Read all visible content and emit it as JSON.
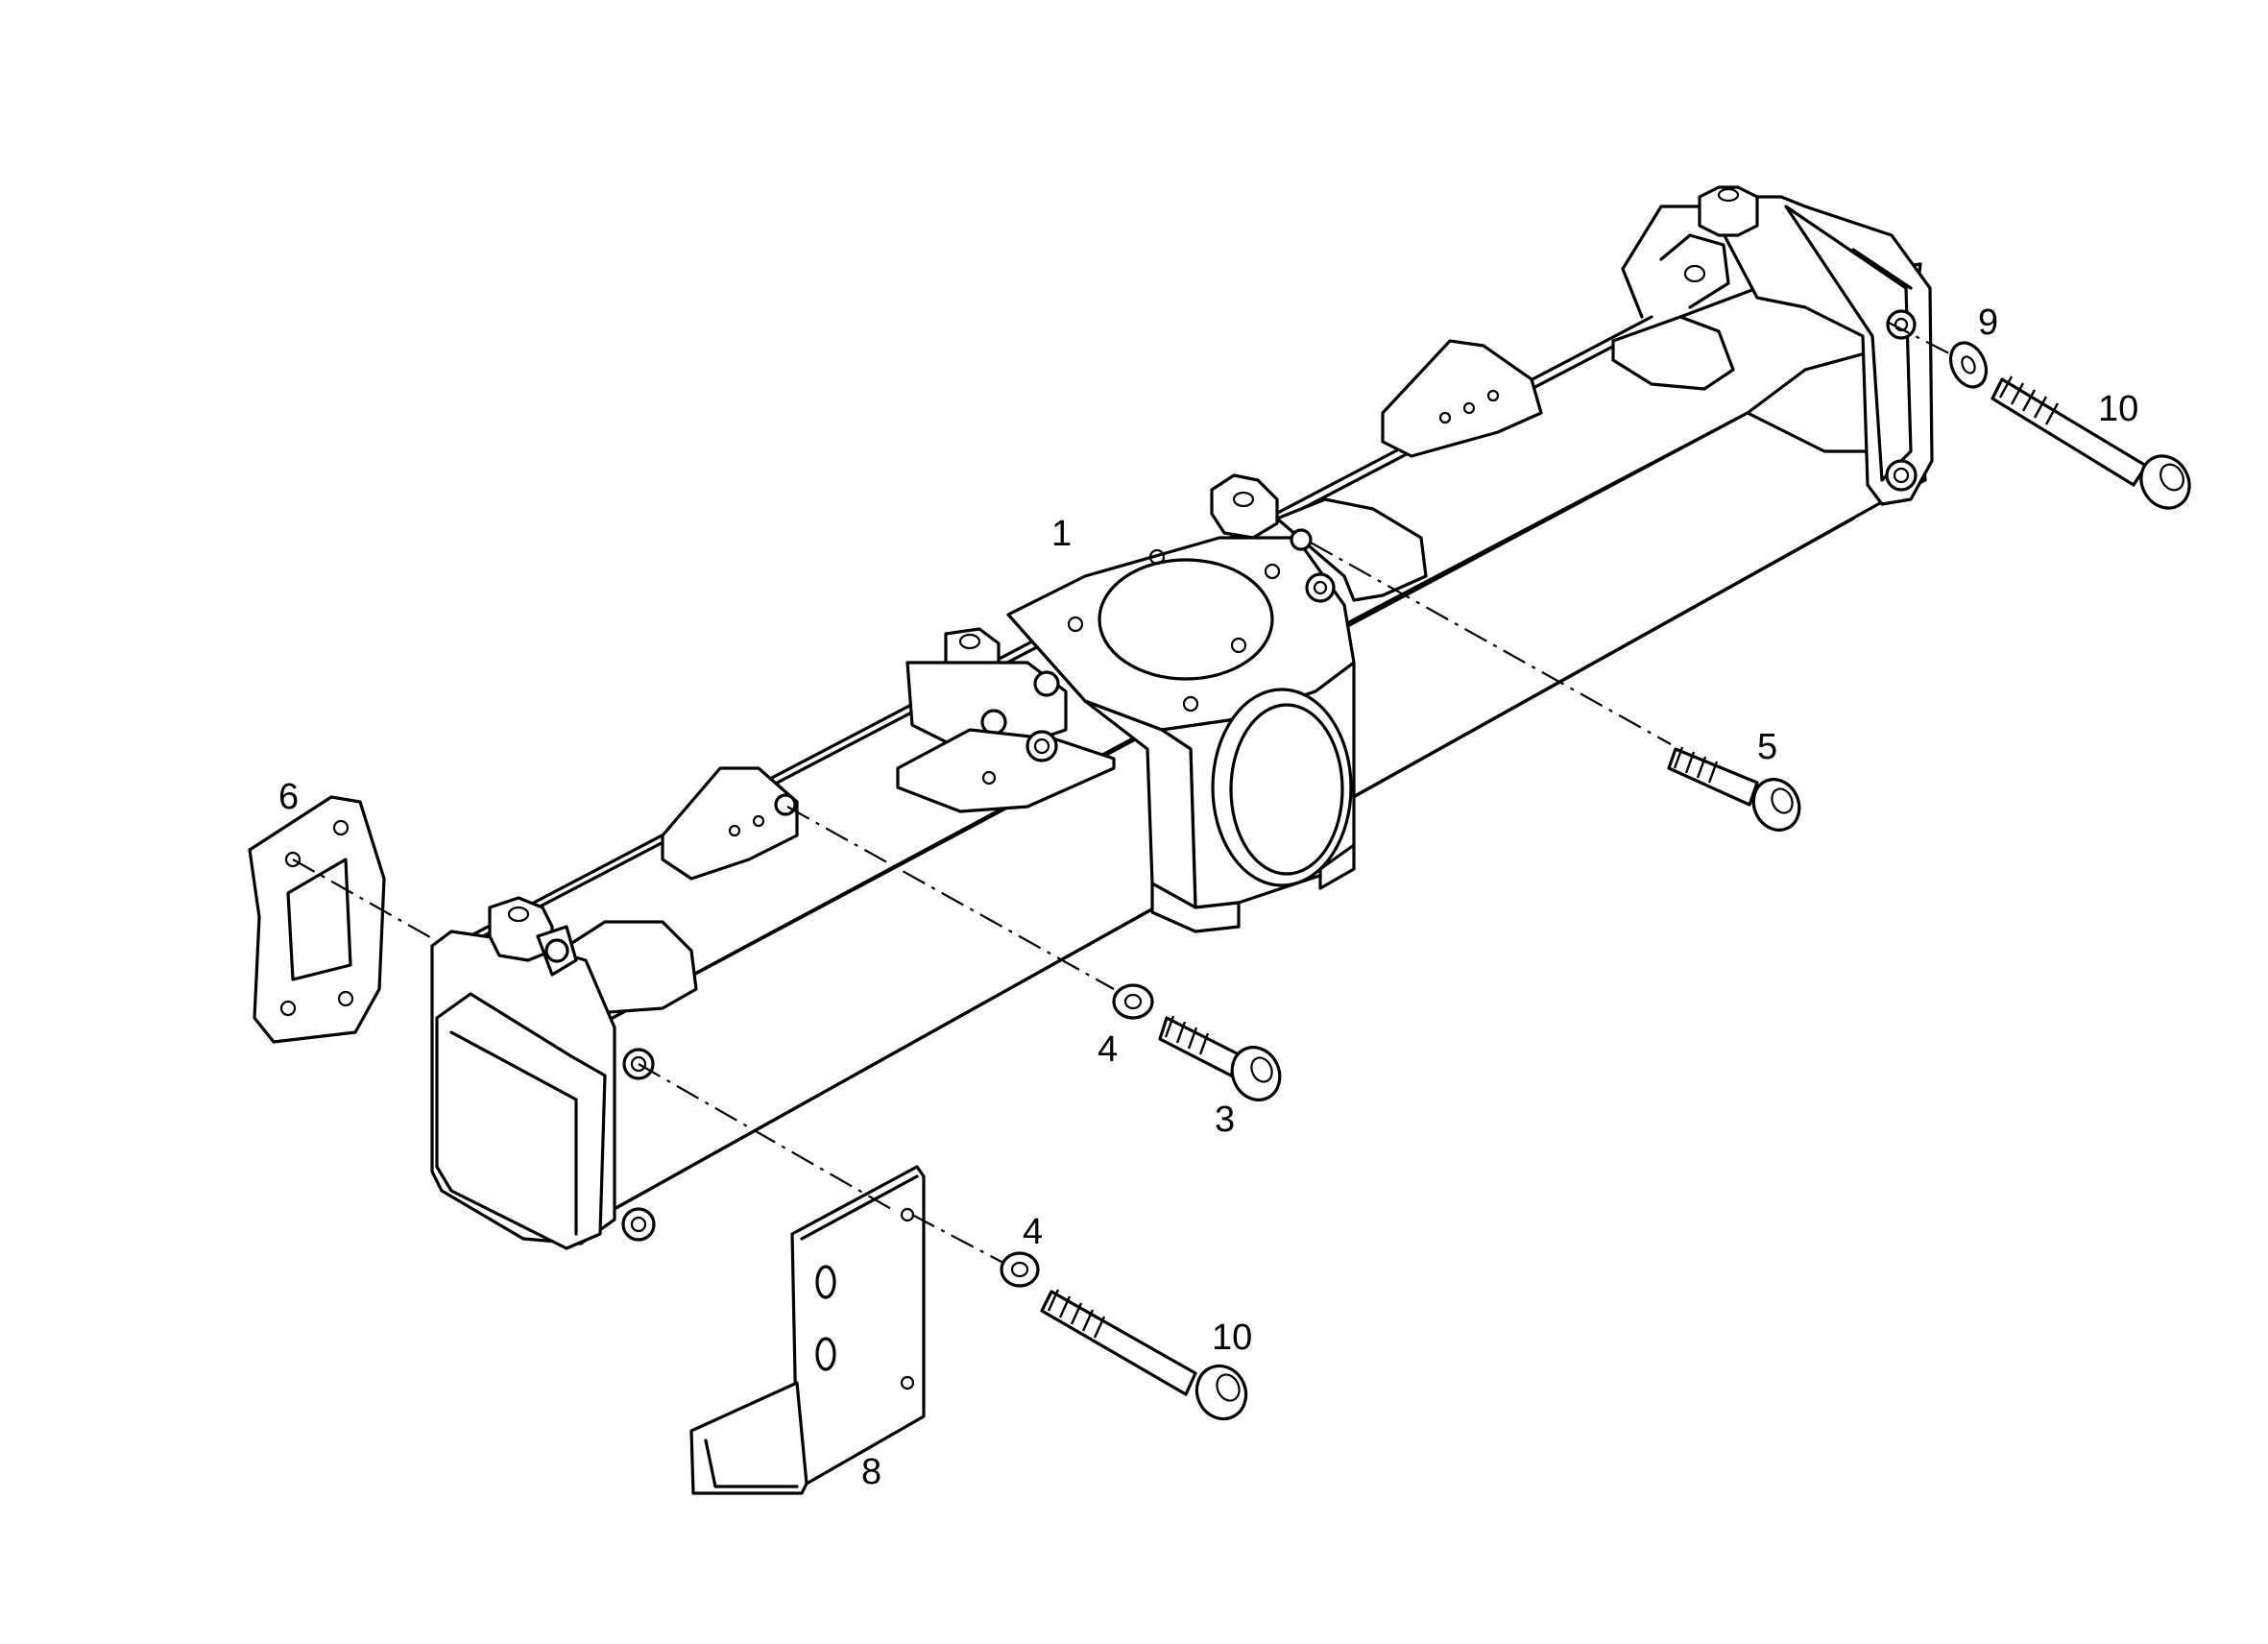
{
  "callouts": {
    "c1": "1",
    "c3": "3",
    "c4a": "4",
    "c4b": "4",
    "c5": "5",
    "c6": "6",
    "c8": "8",
    "c9": "9",
    "c10a": "10",
    "c10b": "10"
  }
}
